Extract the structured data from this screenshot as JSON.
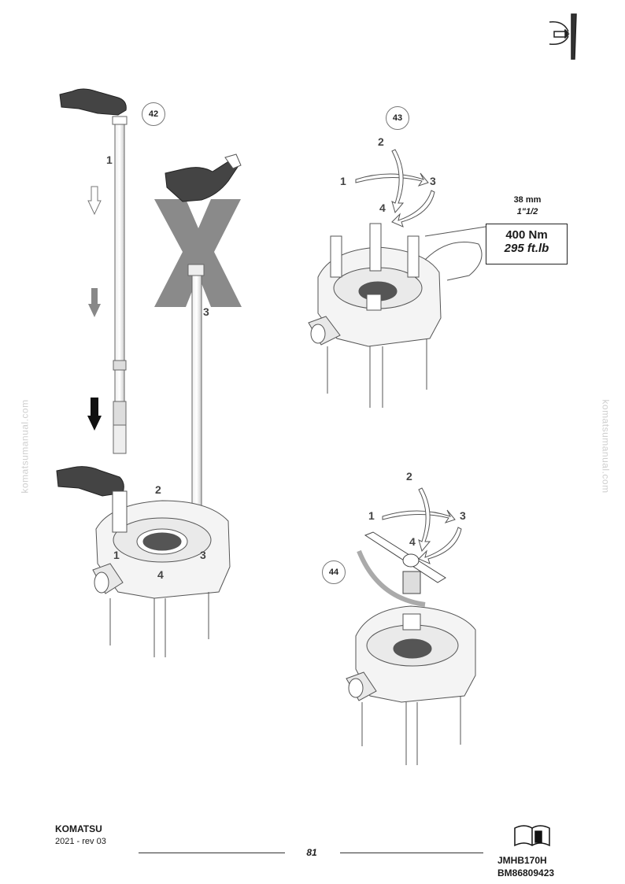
{
  "steps": {
    "s42": "42",
    "s43": "43",
    "s44": "44"
  },
  "fig42": {
    "n1": "1",
    "n2": "2",
    "n3": "3",
    "n4a": "1",
    "n4b": "4",
    "n5": "3"
  },
  "fig43": {
    "n1": "1",
    "n2": "2",
    "n3": "3",
    "n4": "4"
  },
  "fig44": {
    "n1": "1",
    "n2": "2",
    "n3": "3",
    "n4": "4"
  },
  "spec": {
    "socket_mm": "38 mm",
    "socket_in": "1\"1/2",
    "torque_nm": "400 Nm",
    "torque_ftlb": "295 ft.lb"
  },
  "watermark": "komatsumanual.com",
  "footer": {
    "brand": "KOMATSU",
    "revision": "2021 -  rev 03",
    "page": "81",
    "model": "JMHB170H",
    "doc_code": "BM86809423"
  },
  "icons": {
    "corner": "disassembly-tool-icon",
    "manual": "manual-book-icon"
  }
}
